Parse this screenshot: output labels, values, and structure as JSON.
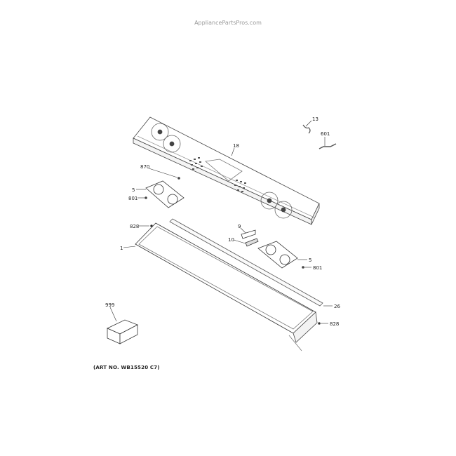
{
  "watermark": "AppliancePartsPros.com",
  "art_number": "(ART NO. WB15520 C7)",
  "callouts": [
    {
      "id": "13",
      "label": "13"
    },
    {
      "id": "601",
      "label": "601"
    },
    {
      "id": "18",
      "label": "18"
    },
    {
      "id": "870",
      "label": "870"
    },
    {
      "id": "5a",
      "label": "5"
    },
    {
      "id": "801a",
      "label": "801"
    },
    {
      "id": "828a",
      "label": "828"
    },
    {
      "id": "9",
      "label": "9"
    },
    {
      "id": "10",
      "label": "10"
    },
    {
      "id": "1",
      "label": "1"
    },
    {
      "id": "5b",
      "label": "5"
    },
    {
      "id": "801b",
      "label": "801"
    },
    {
      "id": "999",
      "label": "999"
    },
    {
      "id": "26",
      "label": "26"
    },
    {
      "id": "828b",
      "label": "828"
    }
  ],
  "parts": [
    {
      "name": "control-panel",
      "callout": "18"
    },
    {
      "name": "wire-harness-13",
      "callout": "13"
    },
    {
      "name": "wire-harness-601",
      "callout": "601"
    },
    {
      "name": "screw-870",
      "callout": "870"
    },
    {
      "name": "encoder-board-left",
      "callout": "5"
    },
    {
      "name": "screw-801-left",
      "callout": "801"
    },
    {
      "name": "fastener-828-top",
      "callout": "828"
    },
    {
      "name": "bracket-9",
      "callout": "9"
    },
    {
      "name": "board-10",
      "callout": "10"
    },
    {
      "name": "panel-frame",
      "callout": "1"
    },
    {
      "name": "encoder-board-right",
      "callout": "5"
    },
    {
      "name": "screw-801-right",
      "callout": "801"
    },
    {
      "name": "parts-box",
      "callout": "999"
    },
    {
      "name": "trim-strip",
      "callout": "26"
    },
    {
      "name": "fastener-828-bottom",
      "callout": "828"
    }
  ]
}
